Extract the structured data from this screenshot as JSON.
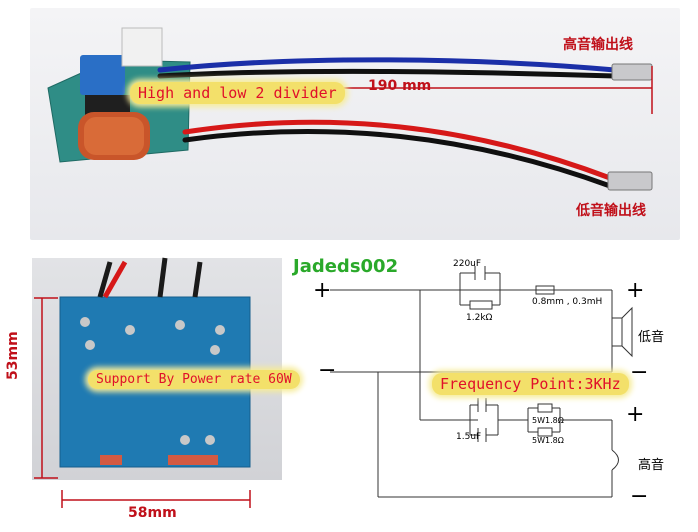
{
  "top_photo": {
    "tweeter_output_label": "高音输出线",
    "woofer_output_label": "低音输出线",
    "length_label": "190 mm",
    "overlay_caption": "High and low 2 divider"
  },
  "board_photo": {
    "height_label": "53mm",
    "width_label": "58mm",
    "overlay_caption": "Support By Power rate 60W"
  },
  "schematic": {
    "watermark": "Jadeds002",
    "input_plus": "+",
    "input_minus": "−",
    "cap_top": "220uF",
    "res_top": "1.2kΩ",
    "inductor": "0.8mm , 0.3mH",
    "cap_bottom": "1.5uF",
    "res_bottom_1": "5W1.8Ω",
    "res_bottom_2": "5W1.8Ω",
    "woofer_label": "低音",
    "tweeter_label": "高音",
    "out1_plus": "+",
    "out1_minus": "−",
    "out2_plus": "+",
    "out2_minus": "−",
    "overlay_caption": "Frequency Point:3KHz"
  }
}
